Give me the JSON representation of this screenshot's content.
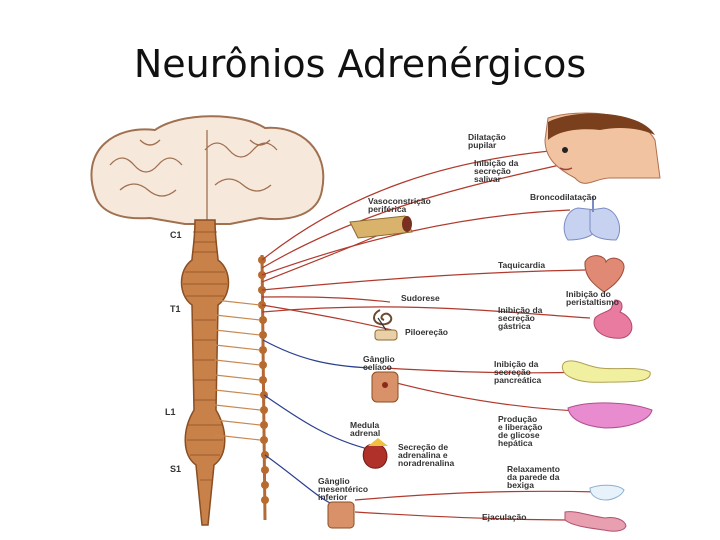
{
  "title": "Neurônios Adrenérgicos",
  "levels": [
    "C1",
    "T1",
    "L1",
    "S1"
  ],
  "right_labels": [
    [
      "Dilatação",
      "pupilar"
    ],
    [
      "Inibição da",
      "secreção",
      "salivar"
    ],
    [
      "Broncodilatação"
    ],
    [
      "Taquicardia"
    ],
    [
      "Inibição do",
      "peristaltismo"
    ],
    [
      "Inibição da",
      "secreção",
      "gástrica"
    ],
    [
      "Inibição da",
      "secreção",
      "pancreática"
    ],
    [
      "Produção",
      "e liberação",
      "de glicose",
      "hepática"
    ],
    [
      "Relaxamento",
      "da parede da",
      "bexiga"
    ],
    [
      "Ejaculação"
    ]
  ],
  "middle_labels": [
    [
      "Vasoconstrição",
      "periférica"
    ],
    [
      "Sudorese"
    ],
    [
      "Piloereção"
    ],
    [
      "Gânglio",
      "celíaco"
    ],
    [
      "Medula",
      "adrenal"
    ],
    [
      "Secreção de",
      "adrenalina e",
      "noradrenalina"
    ],
    [
      "Gânglio",
      "mesentérico",
      "inferior"
    ]
  ]
}
